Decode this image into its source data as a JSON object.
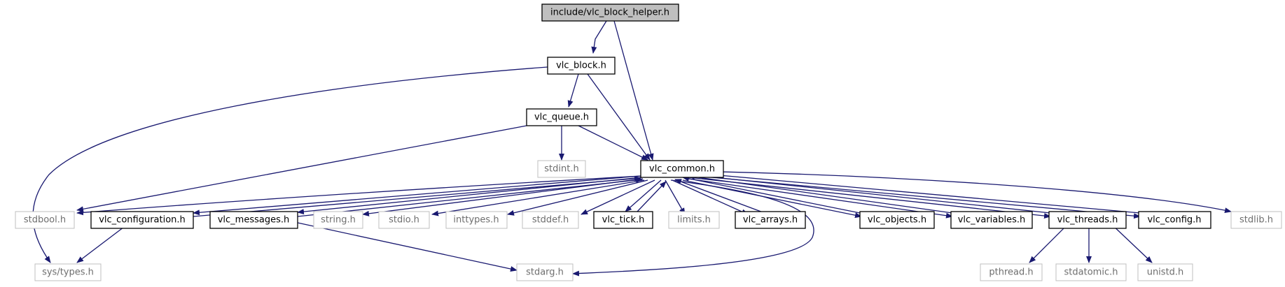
{
  "colors": {
    "edge": "#191970",
    "root_fill": "#bfbfbf",
    "external_border": "#bfbfbf",
    "text": "#000000"
  },
  "nodes": {
    "root": "include/vlc_block_helper.h",
    "vlc_block": "vlc_block.h",
    "vlc_queue": "vlc_queue.h",
    "stdint": "stdint.h",
    "vlc_common": "vlc_common.h",
    "stdbool": "stdbool.h",
    "vlc_configuration": "vlc_configuration.h",
    "vlc_messages": "vlc_messages.h",
    "string": "string.h",
    "stdio": "stdio.h",
    "inttypes": "inttypes.h",
    "stddef": "stddef.h",
    "vlc_tick": "vlc_tick.h",
    "limits": "limits.h",
    "vlc_arrays": "vlc_arrays.h",
    "vlc_objects": "vlc_objects.h",
    "vlc_variables": "vlc_variables.h",
    "vlc_threads": "vlc_threads.h",
    "vlc_config": "vlc_config.h",
    "stdlib": "stdlib.h",
    "sys_types": "sys/types.h",
    "stdarg": "stdarg.h",
    "pthread": "pthread.h",
    "stdatomic": "stdatomic.h",
    "unistd": "unistd.h"
  },
  "edges": [
    [
      "root",
      "vlc_block"
    ],
    [
      "root",
      "vlc_common"
    ],
    [
      "vlc_block",
      "vlc_queue"
    ],
    [
      "vlc_block",
      "vlc_common"
    ],
    [
      "vlc_block",
      "sys_types"
    ],
    [
      "vlc_queue",
      "stdint"
    ],
    [
      "vlc_queue",
      "vlc_common"
    ],
    [
      "vlc_queue",
      "stdbool"
    ],
    [
      "vlc_common",
      "stdbool"
    ],
    [
      "vlc_common",
      "vlc_configuration"
    ],
    [
      "vlc_common",
      "vlc_messages"
    ],
    [
      "vlc_common",
      "string"
    ],
    [
      "vlc_common",
      "stdio"
    ],
    [
      "vlc_common",
      "inttypes"
    ],
    [
      "vlc_common",
      "stddef"
    ],
    [
      "vlc_common",
      "vlc_tick"
    ],
    [
      "vlc_common",
      "limits"
    ],
    [
      "vlc_common",
      "vlc_arrays"
    ],
    [
      "vlc_common",
      "vlc_objects"
    ],
    [
      "vlc_common",
      "vlc_variables"
    ],
    [
      "vlc_common",
      "vlc_threads"
    ],
    [
      "vlc_common",
      "vlc_config"
    ],
    [
      "vlc_common",
      "stdlib"
    ],
    [
      "vlc_common",
      "stdarg"
    ],
    [
      "vlc_configuration",
      "vlc_common"
    ],
    [
      "vlc_configuration",
      "sys_types"
    ],
    [
      "vlc_messages",
      "vlc_common"
    ],
    [
      "vlc_messages",
      "stdarg"
    ],
    [
      "vlc_tick",
      "vlc_common"
    ],
    [
      "vlc_arrays",
      "vlc_common"
    ],
    [
      "vlc_objects",
      "vlc_common"
    ],
    [
      "vlc_variables",
      "vlc_common"
    ],
    [
      "vlc_threads",
      "vlc_common"
    ],
    [
      "vlc_config",
      "vlc_common"
    ],
    [
      "vlc_threads",
      "pthread"
    ],
    [
      "vlc_threads",
      "stdatomic"
    ],
    [
      "vlc_threads",
      "unistd"
    ]
  ]
}
